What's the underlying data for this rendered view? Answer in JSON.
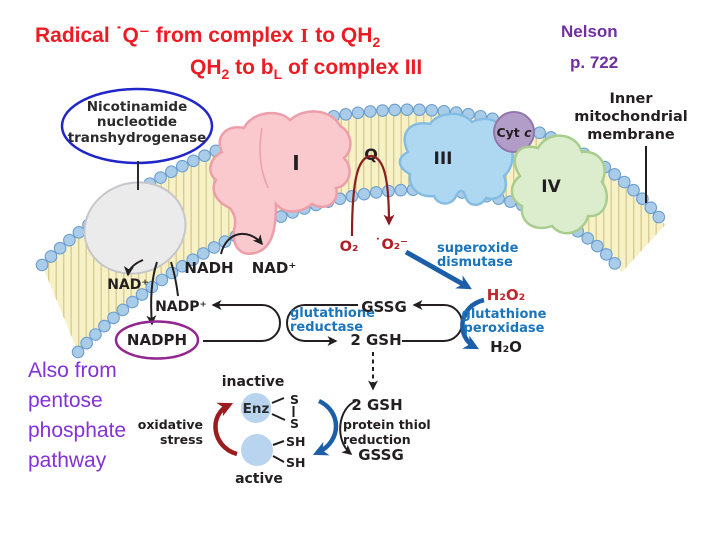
{
  "slide": {
    "title1": {
      "pre": "Radical ˙Q⁻ from complex",
      "numeral": "I",
      "post": "to QH",
      "sub": "2"
    },
    "title2": {
      "p1": "QH",
      "s1": "2",
      "p2": " to b",
      "s2": "L",
      "p3": " of complex III"
    },
    "reference": {
      "name": "Nelson",
      "page": "p. 722"
    },
    "note_lines": [
      "Also from",
      "pentose",
      "phosphate",
      "pathway"
    ]
  },
  "diagram": {
    "transhydrogenase_label": [
      "Nicotinamide",
      "nucleotide",
      "transhydrogenase"
    ],
    "membrane_label": [
      "Inner",
      "mitochondrial",
      "membrane"
    ],
    "complexes": {
      "c1": "I",
      "q": "Q",
      "c3": "III",
      "cyt_pre": "Cyt ",
      "cyt_c": "c",
      "c4": "IV"
    },
    "species": {
      "nad_left": "NAD⁺",
      "nadh": "NADH",
      "nad_right": "NAD⁺",
      "nadp": "NADP⁺",
      "nadph": "NADPH",
      "o2": "O₂",
      "superoxide": "˙O₂⁻",
      "h2o2": "H₂O₂",
      "h2o": "H₂O",
      "gssg": "GSSG",
      "gsh2": "2 GSH",
      "gsh2_lower": "2 GSH",
      "gssg_lower": "GSSG"
    },
    "enzymes": {
      "sod": [
        "superoxide",
        "dismutase"
      ],
      "reductase": [
        "glutathione",
        "reductase"
      ],
      "peroxidase": [
        "glutathione",
        "peroxidase"
      ]
    },
    "enz_cycle": {
      "inactive": "inactive",
      "active": "active",
      "enz": "Enz",
      "stress": [
        "oxidative",
        "stress"
      ],
      "thiol": [
        "protein thiol",
        "reduction"
      ],
      "s_top": "S",
      "s_bot": "S",
      "sh_top": "SH",
      "sh_bot": "SH"
    },
    "colors": {
      "title_red": "#ed1c24",
      "reference_purple": "#7030a0",
      "note_purple": "#8232d6",
      "enzyme_blue_text": "#1b75bc",
      "blue_arrow": "#1c5fa8",
      "ros_red": "#b01e23",
      "h2o2_red": "#c1272d",
      "dark_red_arrow": "#8c1d20",
      "stress_red": "#9b1b1e",
      "membrane_head": "#a9cde9",
      "membrane_tail_fill": "#f6f1c6",
      "complex1_pink": "#f9c9ce",
      "complex3_blue": "#aed7f2",
      "complex4_green": "#dcedcd",
      "cytc_purple": "#b29dc8",
      "transhydrogenase_gray": "#ebebec",
      "nadph_ellipse": "#92278f",
      "annotation_ellipse_blue": "#2126c9",
      "enz_circle_blue": "#b9d4ee"
    }
  }
}
